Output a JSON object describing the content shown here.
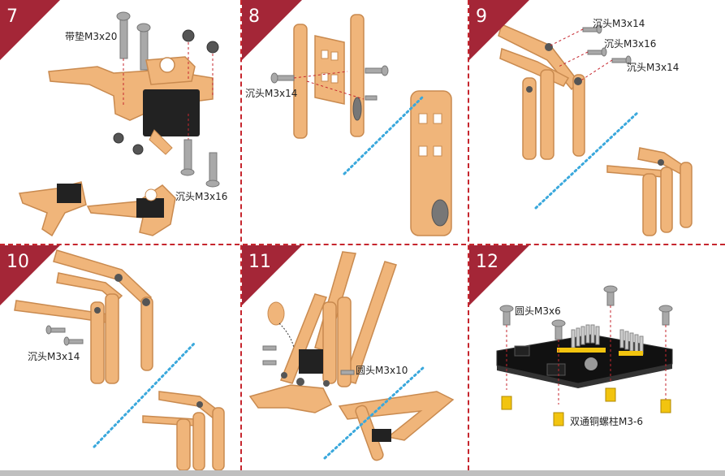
{
  "colors": {
    "wood": "#f0b57a",
    "wood_edge": "#c98a4f",
    "step_badge": "#a42637",
    "separator": "#c6262e",
    "dotted_line": "#3aa8dc",
    "servo": "#222222",
    "screw": "#a9a9a9",
    "nut": "#555555",
    "standoff": "#f2c40f"
  },
  "steps": [
    {
      "number": "7",
      "labels": [
        "带垫M3x20",
        "沉头M3x16"
      ]
    },
    {
      "number": "8",
      "labels": [
        "沉头M3x14"
      ]
    },
    {
      "number": "9",
      "labels": [
        "沉头M3x14",
        "沉头M3x16",
        "沉头M3x14"
      ]
    },
    {
      "number": "10",
      "labels": [
        "沉头M3x14"
      ]
    },
    {
      "number": "11",
      "labels": [
        "圆头M3x10"
      ]
    },
    {
      "number": "12",
      "labels": [
        "圆头M3x6",
        "双通铜螺柱M3-6"
      ]
    }
  ]
}
